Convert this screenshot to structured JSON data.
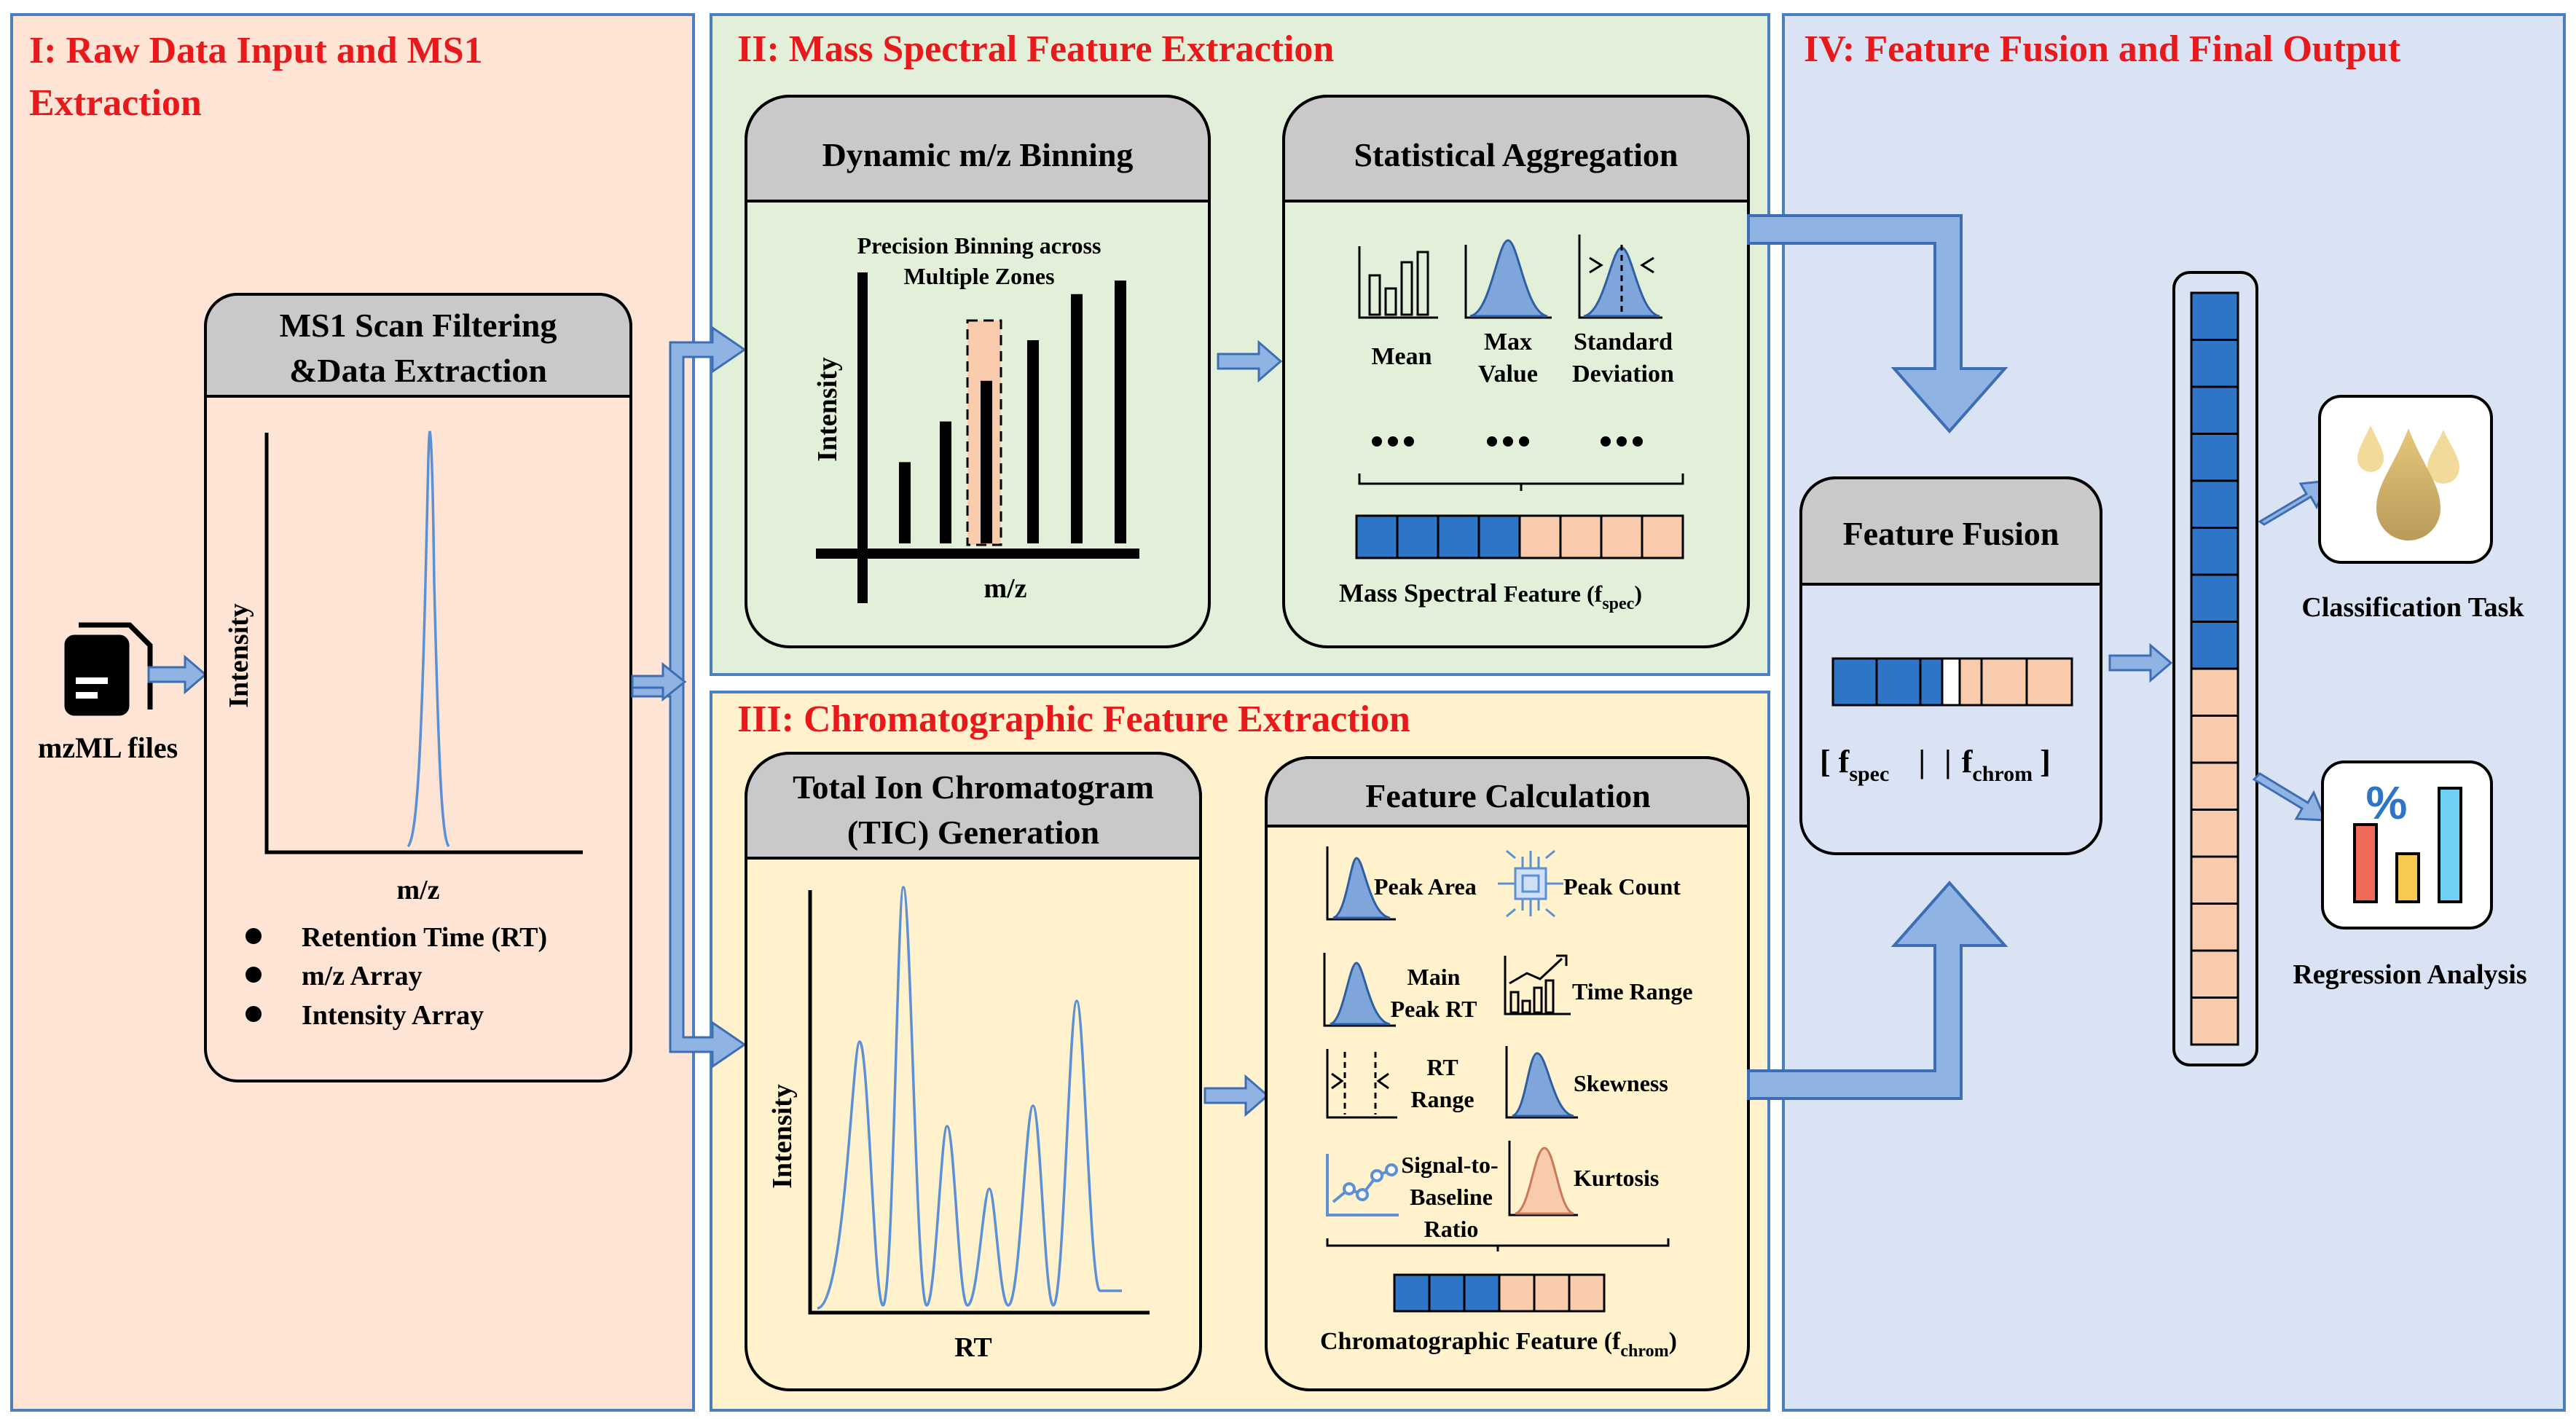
{
  "panels": {
    "p1": {
      "title_line1": "I: Raw Data Input and MS1",
      "title_line2": "Extraction"
    },
    "p2": {
      "title": "II: Mass Spectral Feature Extraction"
    },
    "p3": {
      "title": "III: Chromatographic Feature Extraction"
    },
    "p4": {
      "title": "IV: Feature Fusion and Final Output"
    }
  },
  "input": {
    "label": "mzML files",
    "icon": "document-icon"
  },
  "ms1": {
    "title_line1": "MS1 Scan Filtering",
    "title_line2": "&Data Extraction",
    "ylabel": "Intensity",
    "xlabel": "m/z",
    "bullets": [
      "Retention Time (RT)",
      "m/z Array",
      "Intensity Array"
    ]
  },
  "binning": {
    "title": "Dynamic m/z Binning",
    "note_line1": "Precision Binning across",
    "note_line2": "Multiple Zones",
    "ylabel": "Intensity",
    "xlabel": "m/z",
    "bar_heights": [
      0.3,
      0.45,
      0.6,
      0.75,
      0.92,
      0.97
    ]
  },
  "aggregation": {
    "title": "Statistical Aggregation",
    "mean": "Mean",
    "max_line1": "Max",
    "max_line2": "Value",
    "std_line1": "Standard",
    "std_line2": "Deviation",
    "feature_main": "Mass Spectral",
    "feature_word": "Feature (f",
    "feature_sub": "spec",
    "feature_close": ")"
  },
  "tic": {
    "title_line1": "Total Ion Chromatogram",
    "title_line2": "(TIC) Generation",
    "ylabel": "Intensity",
    "xlabel": "RT"
  },
  "calc": {
    "title": "Feature Calculation",
    "peak_area": "Peak Area",
    "peak_count": "Peak Count",
    "main_peak_line1": "Main",
    "main_peak_line2": "Peak RT",
    "time_range": "Time Range",
    "rt_range_line1": "RT",
    "rt_range_line2": "Range",
    "skewness": "Skewness",
    "sbr_line1": "Signal-to-",
    "sbr_line2": "Baseline",
    "sbr_line3": "Ratio",
    "kurtosis": "Kurtosis",
    "feature_main": "Chromatographic Feature (f",
    "feature_sub": "chrom",
    "feature_close": ")"
  },
  "fusion": {
    "title": "Feature Fusion",
    "f1": "f",
    "f1_sub": "spec",
    "f2": "f",
    "f2_sub": "chrom",
    "open": "[",
    "sep": "|",
    "close": "]"
  },
  "outputs": {
    "classification": "Classification Task",
    "regression": "Regression Analysis",
    "percent": "%"
  },
  "colors": {
    "p1_bg": "#fde4d5",
    "p2_bg": "#e2f0d9",
    "p3_bg": "#fff2cc",
    "p4_bg": "#dae3f3",
    "title_red": "#e8191b",
    "blue_cell": "#2e75c8",
    "peach_cell": "#f8cbad",
    "arrow": "#8fb4e3",
    "header_gray": "#c9c9c9"
  }
}
